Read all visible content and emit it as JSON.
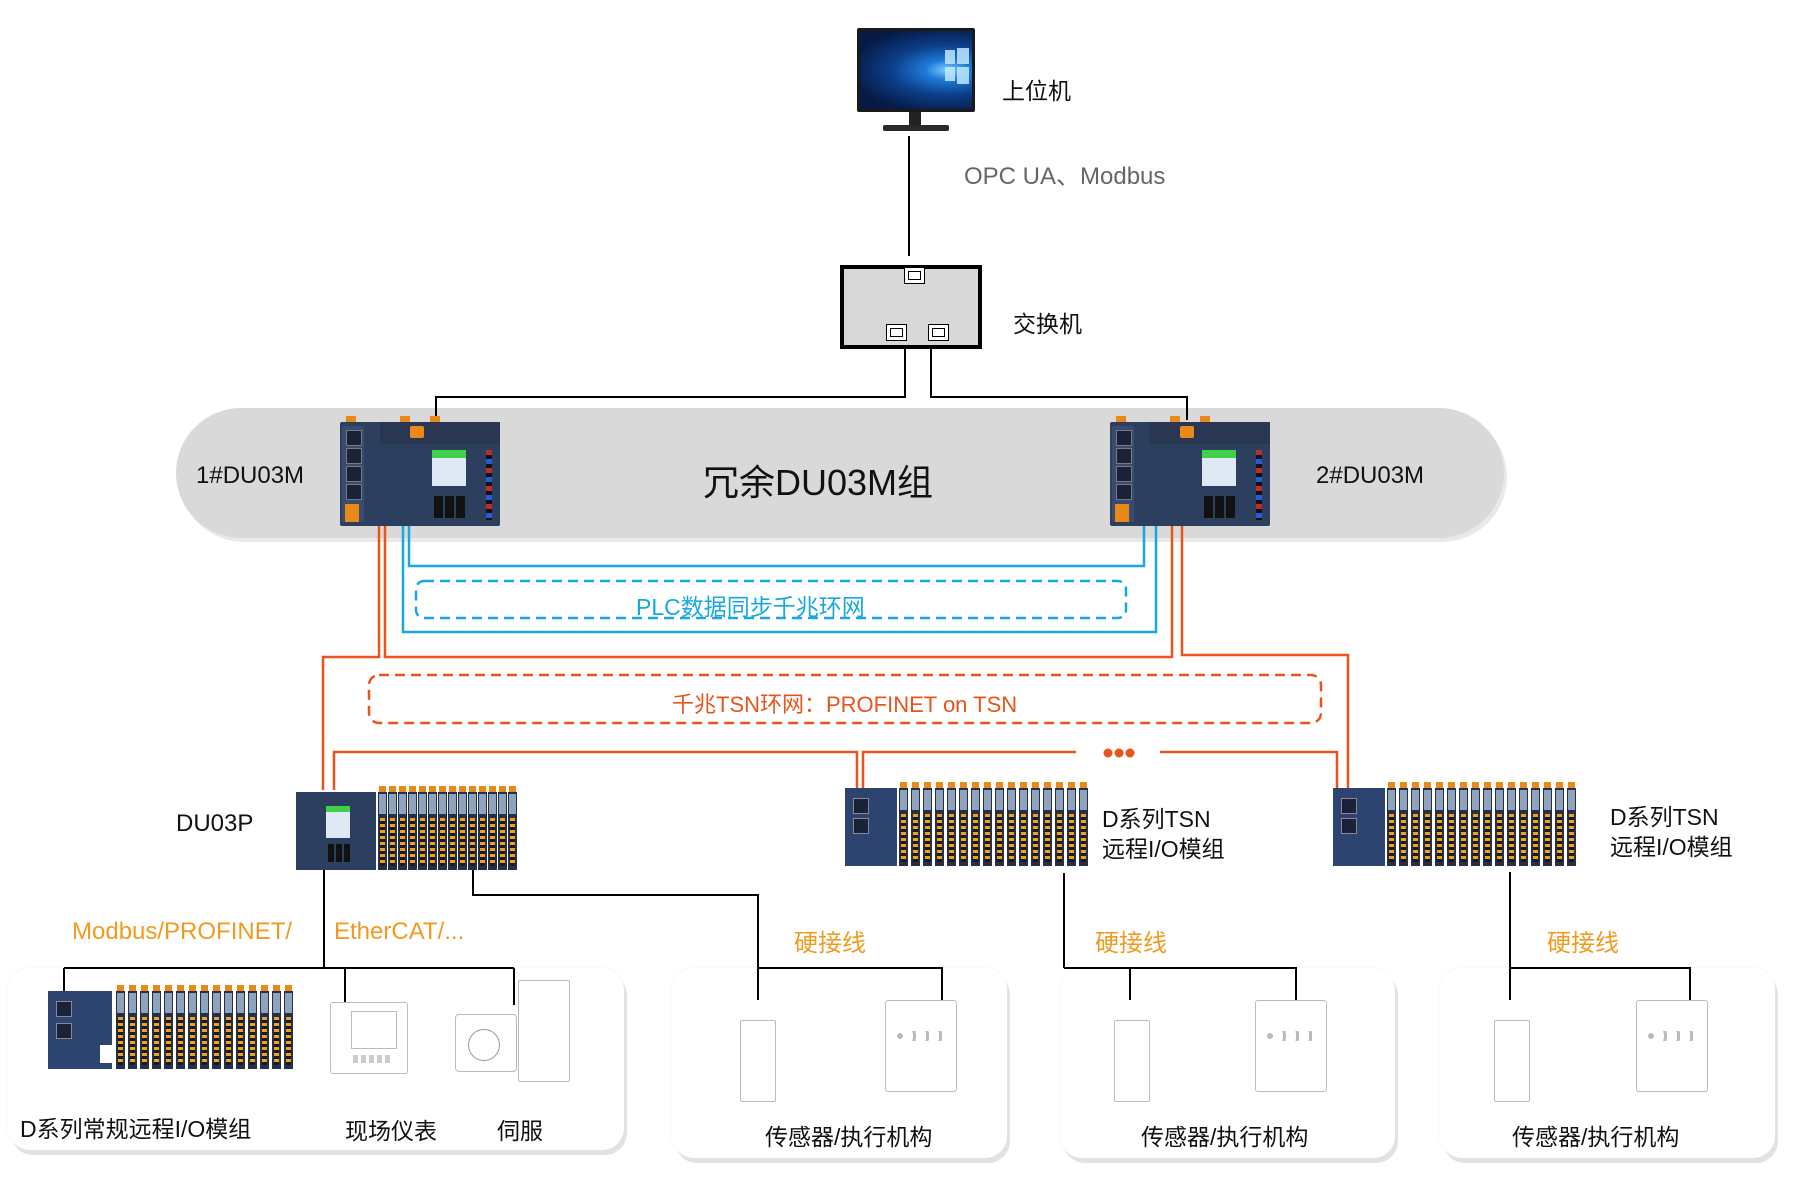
{
  "diagram": {
    "title": "冗余DU03M组",
    "colors": {
      "black_line": "#000000",
      "sync_ring": "#18a8e0",
      "tsn_ring": "#e8541c",
      "protocol_label": "#f29a1f",
      "pill_bg": "#d9d9d9"
    },
    "host": {
      "label": "上位机",
      "icon": "monitor-icon",
      "link_protocol": "OPC UA、Modbus"
    },
    "switch": {
      "label": "交换机",
      "icon": "network-switch-icon"
    },
    "redundant_group": {
      "label": "冗余DU03M组",
      "controllers": [
        {
          "label": "1#DU03M",
          "icon": "plc-controller-icon"
        },
        {
          "label": "2#DU03M",
          "icon": "plc-controller-icon"
        }
      ]
    },
    "sync_ring": {
      "label": "PLC数据同步千兆环网"
    },
    "tsn_ring": {
      "label": "千兆TSN环网：PROFINET on TSN",
      "more_indicator": "•••"
    },
    "du03p": {
      "label": "DU03P",
      "fieldbus_label_1": "Modbus/PROFINET/",
      "fieldbus_label_2": "EtherCAT/...",
      "devices": [
        {
          "label": "D系列常规远程I/O模组",
          "icon": "remote-io-icon"
        },
        {
          "label": "现场仪表",
          "icon": "field-meter-icon"
        },
        {
          "label": "伺服",
          "icon": "servo-icon"
        }
      ],
      "hardwire_label": "硬接线",
      "hardwire_target": "传感器/执行机构"
    },
    "tsn_io_stations": [
      {
        "label_line1": "D系列TSN",
        "label_line2": "远程I/O模组",
        "hardwire_label": "硬接线",
        "target": "传感器/执行机构"
      },
      {
        "label_line1": "D系列TSN",
        "label_line2": "远程I/O模组",
        "hardwire_label": "硬接线",
        "target": "传感器/执行机构"
      }
    ]
  }
}
